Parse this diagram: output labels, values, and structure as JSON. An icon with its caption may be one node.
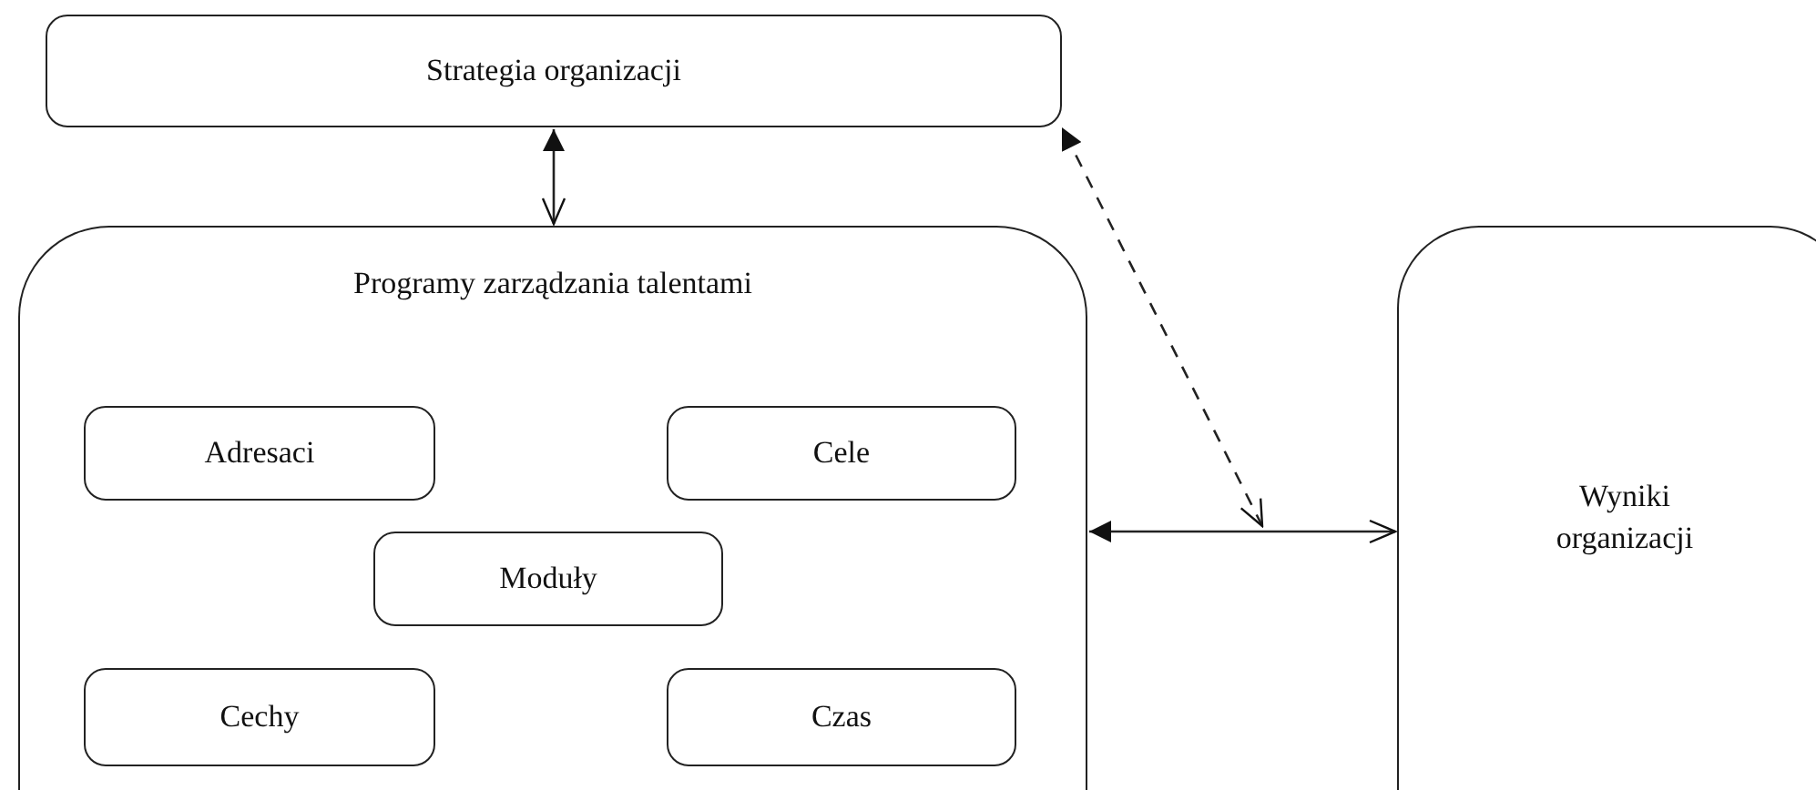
{
  "diagram": {
    "nodes": [
      {
        "text": [
          "Strategia organizacji"
        ]
      },
      {
        "text": [
          "Programy zarządzania talentami"
        ]
      },
      {
        "text": [
          "Adresaci"
        ],
        "in": 1
      },
      {
        "text": [
          "Cele"
        ],
        "in": 1
      },
      {
        "text": [
          "Moduły"
        ],
        "in": 1
      },
      {
        "text": [
          "Cechy"
        ],
        "in": 1
      },
      {
        "text": [
          "Czas"
        ],
        "in": 1
      },
      {
        "text": [
          "Wyniki organizacji"
        ]
      }
    ],
    "edges": [
      {
        "from": 1,
        "to": 0,
        "arrow": "both"
      },
      {
        "from": 7,
        "to": 1,
        "arrow": "both"
      },
      {
        "from": null,
        "to": 0,
        "arrow": "both",
        "style": "dashed"
      }
    ]
  }
}
